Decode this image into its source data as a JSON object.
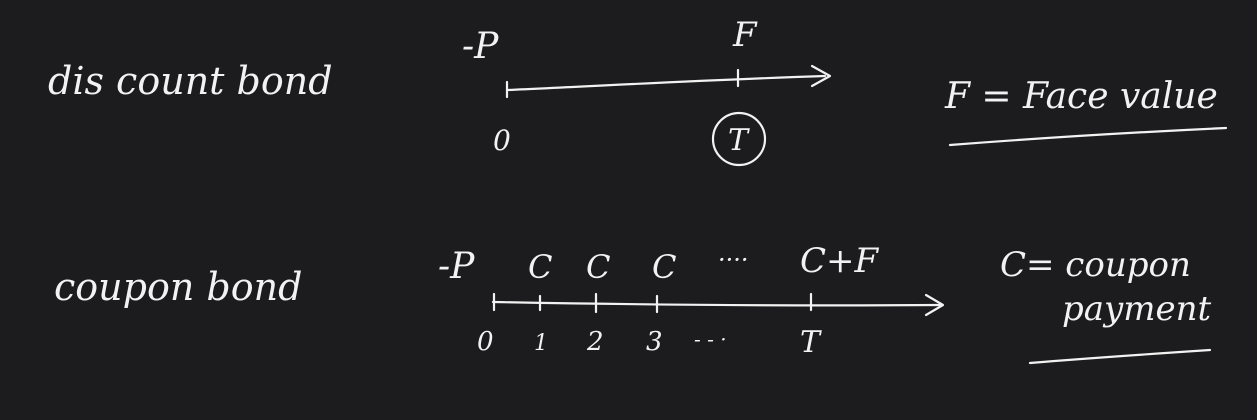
{
  "discount": {
    "label": "dis count  bond",
    "price": "-P",
    "face": "F",
    "start": "0",
    "maturity": "T",
    "note": "F = Face value"
  },
  "coupon": {
    "label": "coupon  bond",
    "price": "-P",
    "payments": [
      "C",
      "C",
      "C",
      "····",
      "C+F"
    ],
    "ticks": [
      "0",
      "1",
      "2",
      "3",
      "- - ·",
      "T"
    ],
    "note_line1": "C= coupon",
    "note_line2": "payment"
  },
  "colors": {
    "background": "#1c1b1d",
    "ink": "#f2f2f2"
  }
}
